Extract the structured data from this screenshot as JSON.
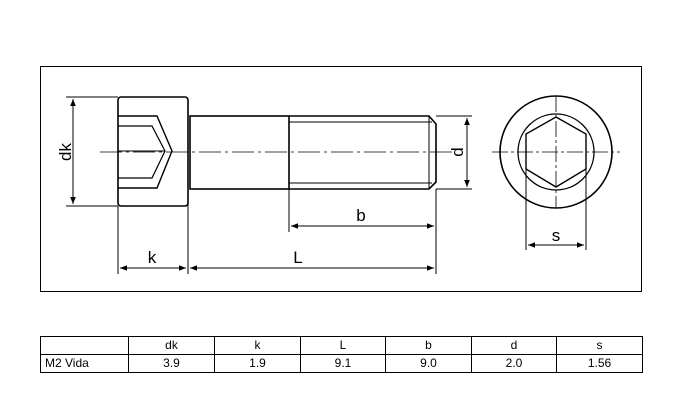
{
  "drawing": {
    "dimensions": [
      "dk",
      "k",
      "L",
      "b",
      "d",
      "s"
    ]
  },
  "table": {
    "columns": [
      "",
      "dk",
      "k",
      "L",
      "b",
      "d",
      "s"
    ],
    "rows": [
      {
        "label": "M2 Vida",
        "values": [
          "3.9",
          "1.9",
          "9.1",
          "9.0",
          "2.0",
          "1.56"
        ]
      }
    ]
  }
}
